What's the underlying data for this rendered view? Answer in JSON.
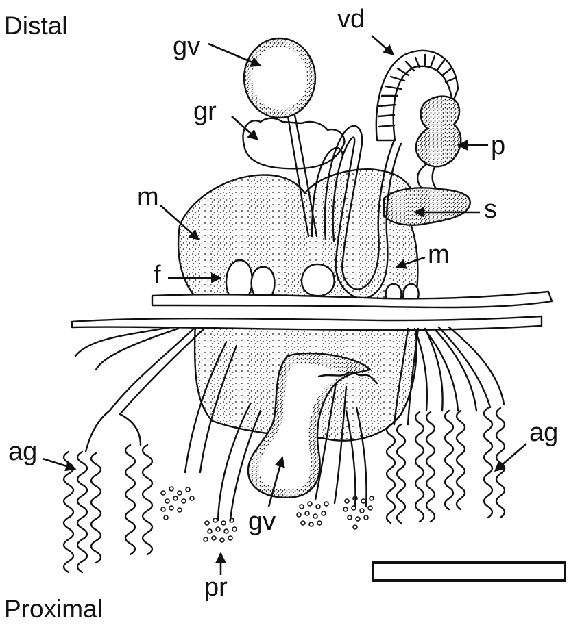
{
  "labels": {
    "distal": "Distal",
    "proximal": "Proximal",
    "gv_top": "gv",
    "vd": "vd",
    "gr": "gr",
    "p": "p",
    "m_left": "m",
    "s": "s",
    "m_right": "m",
    "f": "f",
    "ag_left": "ag",
    "ag_right": "ag",
    "gv_bottom": "gv",
    "pr": "pr"
  },
  "colors": {
    "ink": "#111111",
    "background": "#ffffff"
  }
}
